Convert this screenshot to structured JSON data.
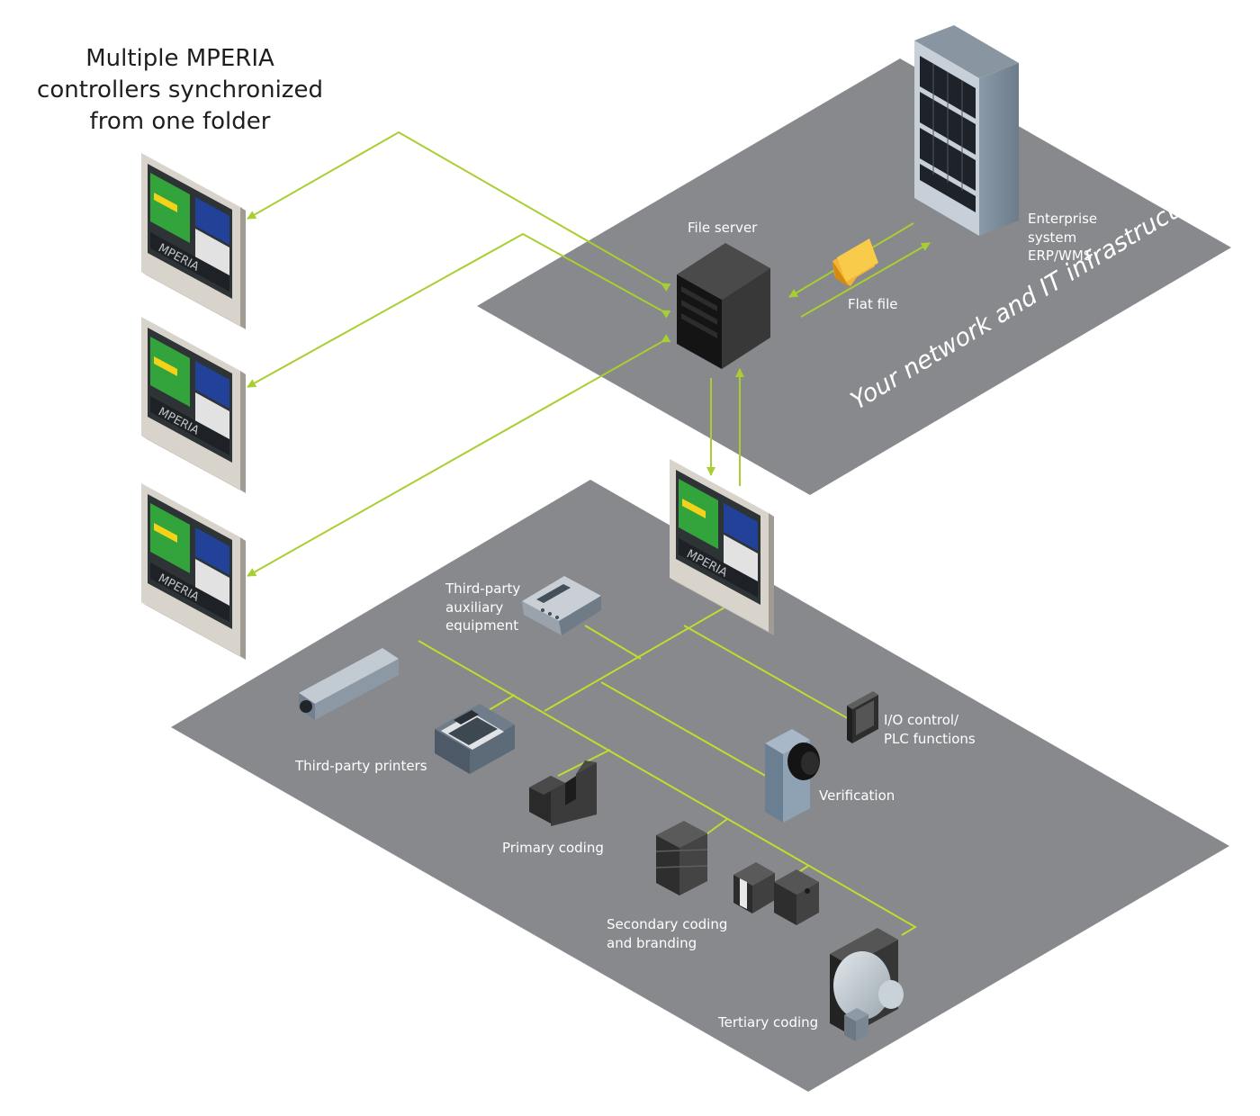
{
  "heading": {
    "lines": [
      "Multiple MPERIA",
      "controllers synchronized",
      "from one folder"
    ]
  },
  "infrastructure_caption": "Your network and IT infrastructure",
  "labels": {
    "file_server": "File server",
    "enterprise_system": [
      "Enterprise",
      "system",
      "ERP/WMS"
    ],
    "flat_file": "Flat file",
    "aux_equipment": [
      "Third-party",
      "auxiliary",
      "equipment"
    ],
    "io_control": [
      "I/O control/",
      "PLC functions"
    ],
    "printers": "Third-party printers",
    "verification": "Verification",
    "primary_coding": "Primary coding",
    "secondary_coding": [
      "Secondary coding",
      "and branding"
    ],
    "tertiary_coding": "Tertiary coding"
  },
  "controller_logo": "MPERIA",
  "colors": {
    "floor": "#87898d",
    "connector": "#a8cf2f",
    "label_text": "#ffffff",
    "heading_text": "#1e1e1e",
    "folder": "#f4a81a",
    "screen_green": "#33a33c",
    "screen_yellow": "#f4d21a",
    "screen_blue": "#22429a"
  },
  "icons": [
    "controller-terminal-icon",
    "file-server-tower-icon",
    "server-rack-icon",
    "folder-icon",
    "keypad-unit-icon",
    "barcode-scanner-icon",
    "label-printer-icon",
    "primary-coder-icon",
    "secondary-coder-icon",
    "case-coder-icon",
    "camera-icon",
    "io-module-icon",
    "tertiary-coder-icon"
  ]
}
